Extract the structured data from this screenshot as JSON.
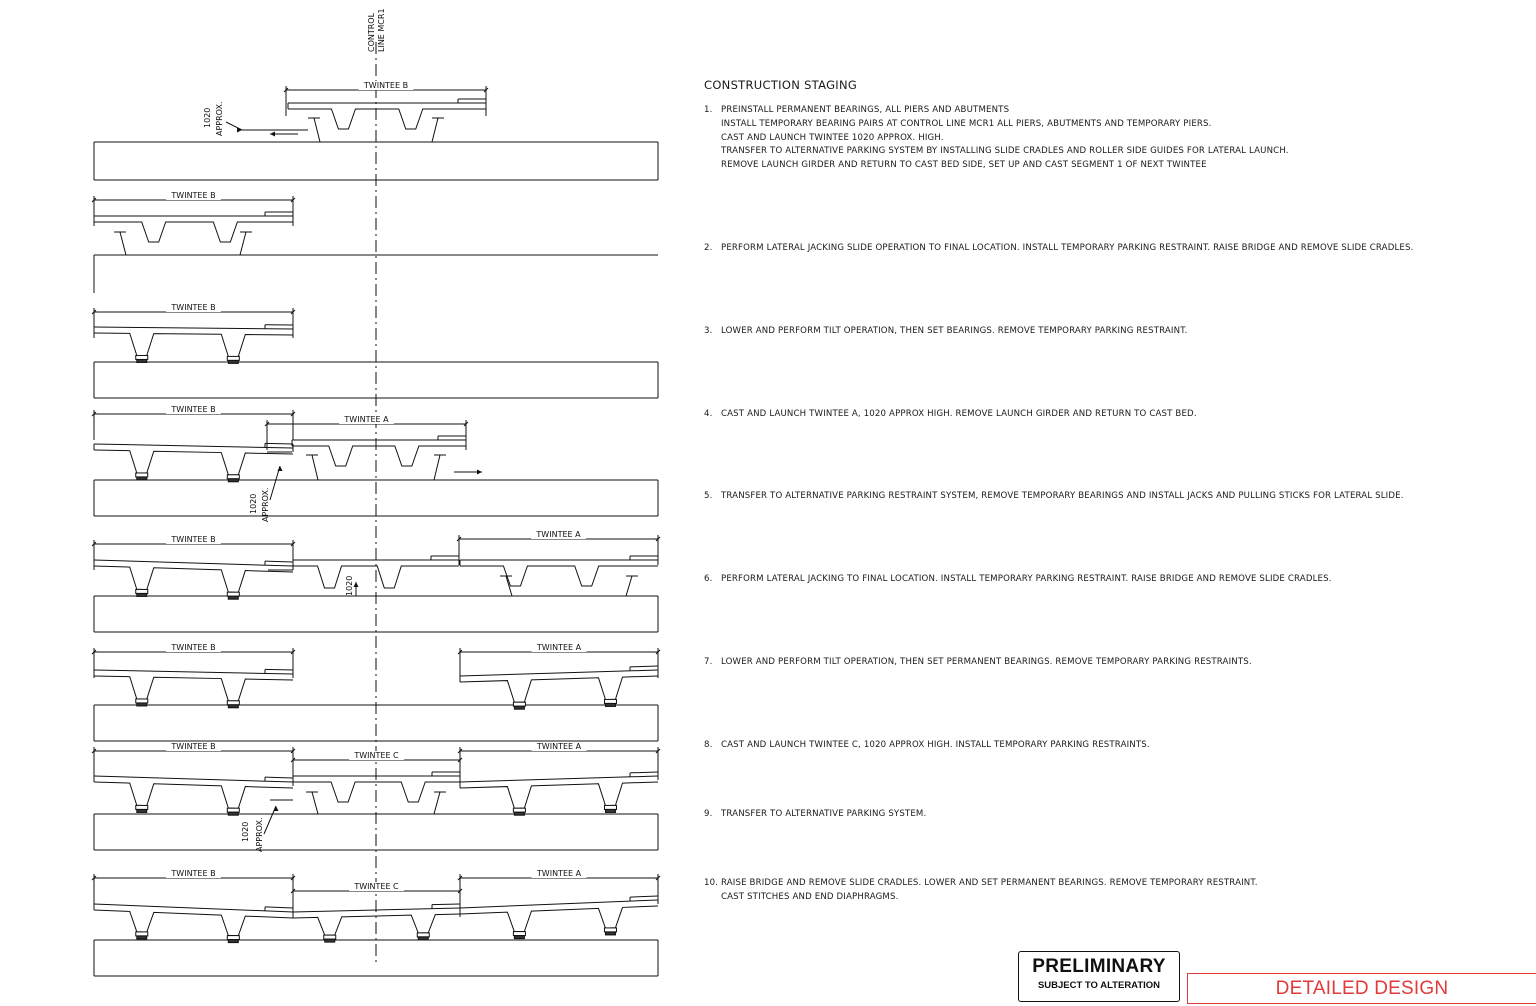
{
  "control_line_label": [
    "CONTROL",
    "LINE MCR1"
  ],
  "approx_label": [
    "1020",
    "APPROX."
  ],
  "dim_1020": "1020",
  "girders": {
    "a": "TWINTEE A",
    "b": "TWINTEE B",
    "c": "TWINTEE C"
  },
  "notes": {
    "title": "CONSTRUCTION STAGING",
    "steps": [
      {
        "num": "1.",
        "lines": [
          "PREINSTALL PERMANENT BEARINGS, ALL PIERS AND ABUTMENTS",
          "INSTALL TEMPORARY BEARING PAIRS AT CONTROL LINE MCR1 ALL PIERS, ABUTMENTS AND TEMPORARY PIERS.",
          "CAST AND LAUNCH TWINTEE 1020 APPROX. HIGH.",
          "TRANSFER TO ALTERNATIVE PARKING SYSTEM BY INSTALLING SLIDE CRADLES AND ROLLER SIDE GUIDES FOR LATERAL LAUNCH.",
          "REMOVE LAUNCH GIRDER AND RETURN TO CAST BED SIDE, SET UP AND CAST SEGMENT 1 OF NEXT TWINTEE"
        ]
      },
      {
        "num": "2.",
        "lines": [
          "PERFORM LATERAL JACKING SLIDE OPERATION TO FINAL LOCATION. INSTALL TEMPORARY PARKING RESTRAINT. RAISE BRIDGE AND REMOVE SLIDE CRADLES."
        ]
      },
      {
        "num": "3.",
        "lines": [
          "LOWER AND PERFORM TILT OPERATION, THEN SET BEARINGS. REMOVE TEMPORARY PARKING RESTRAINT."
        ]
      },
      {
        "num": "4.",
        "lines": [
          "CAST AND LAUNCH TWINTEE A, 1020 APPROX HIGH. REMOVE LAUNCH GIRDER AND RETURN TO CAST BED."
        ]
      },
      {
        "num": "5.",
        "lines": [
          "TRANSFER TO ALTERNATIVE PARKING RESTRAINT SYSTEM, REMOVE TEMPORARY BEARINGS AND INSTALL JACKS AND PULLING STICKS FOR LATERAL SLIDE."
        ]
      },
      {
        "num": "6.",
        "lines": [
          "PERFORM LATERAL JACKING TO FINAL LOCATION. INSTALL TEMPORARY PARKING RESTRAINT. RAISE BRIDGE AND REMOVE SLIDE CRADLES."
        ]
      },
      {
        "num": "7.",
        "lines": [
          "LOWER AND PERFORM TILT OPERATION, THEN SET PERMANENT BEARINGS. REMOVE TEMPORARY PARKING RESTRAINTS."
        ]
      },
      {
        "num": "8.",
        "lines": [
          "CAST AND LAUNCH TWINTEE C, 1020 APPROX HIGH. INSTALL TEMPORARY PARKING RESTRAINTS."
        ]
      },
      {
        "num": "9.",
        "lines": [
          "TRANSFER TO ALTERNATIVE PARKING SYSTEM."
        ]
      },
      {
        "num": "10.",
        "lines": [
          "RAISE BRIDGE AND REMOVE SLIDE CRADLES. LOWER AND SET PERMANENT BEARINGS. REMOVE TEMPORARY RESTRAINT.",
          "CAST STITCHES AND END DIAPHRAGMS."
        ]
      }
    ]
  },
  "stamp": {
    "main": "PRELIMINARY",
    "sub": "SUBJECT TO ALTERATION"
  },
  "design_stage": "DETAILED DESIGN"
}
